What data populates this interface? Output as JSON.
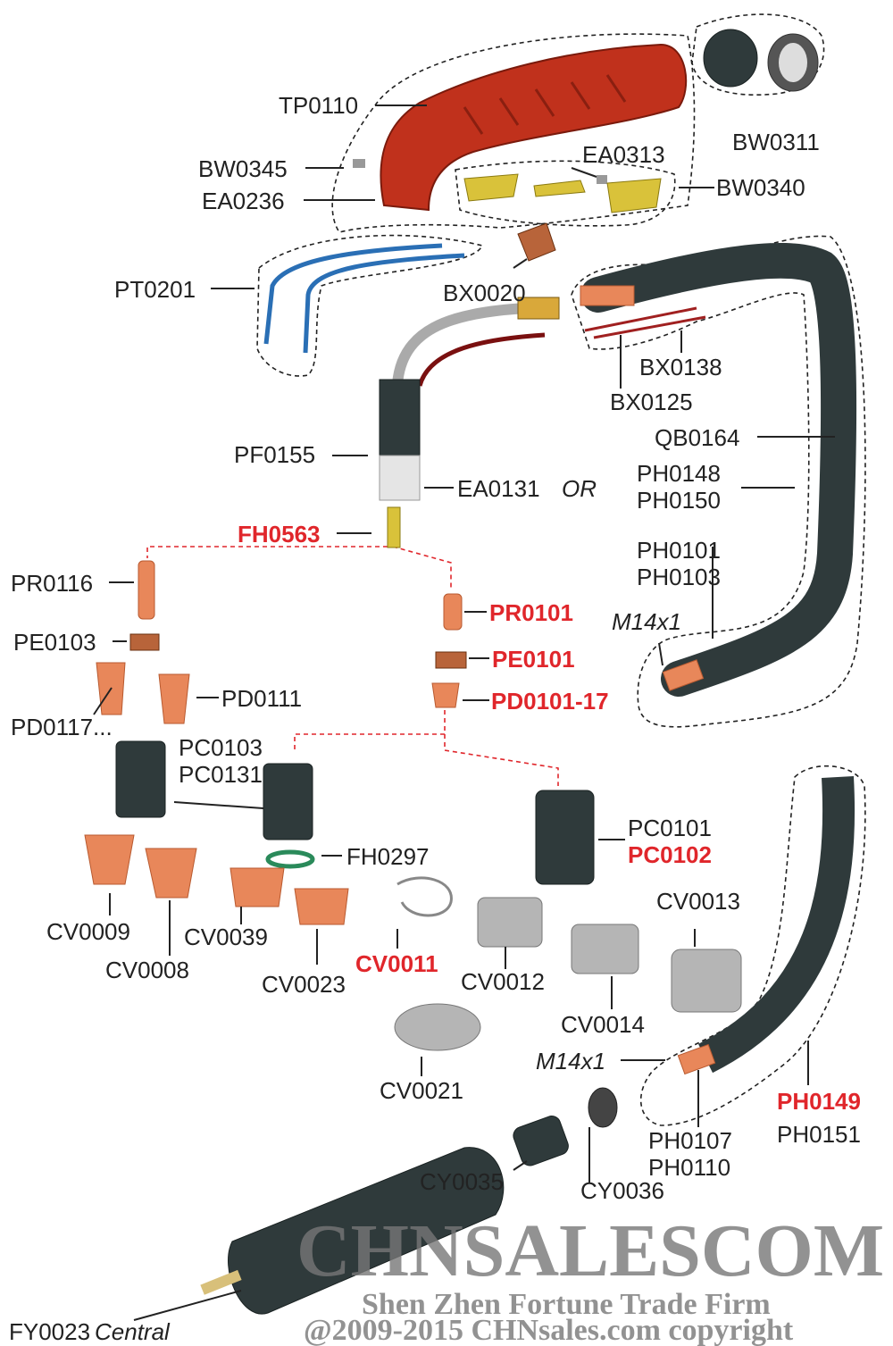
{
  "labels": {
    "TP0110": {
      "text": "TP0110",
      "highlight": false
    },
    "BW0311": {
      "text": "BW0311",
      "highlight": false
    },
    "BW0345": {
      "text": "BW0345",
      "highlight": false
    },
    "EA0236": {
      "text": "EA0236",
      "highlight": false
    },
    "EA0313": {
      "text": "EA0313",
      "highlight": false
    },
    "BW0340": {
      "text": "BW0340",
      "highlight": false
    },
    "PT0201": {
      "text": "PT0201",
      "highlight": false
    },
    "BX0020": {
      "text": "BX0020",
      "highlight": false
    },
    "BX0138": {
      "text": "BX0138",
      "highlight": false
    },
    "BX0125": {
      "text": "BX0125",
      "highlight": false
    },
    "QB0164": {
      "text": "QB0164",
      "highlight": false
    },
    "PF0155": {
      "text": "PF0155",
      "highlight": false
    },
    "EA0131": {
      "text": "EA0131",
      "highlight": false
    },
    "EA0131_or": {
      "text": "OR",
      "highlight": false
    },
    "PH0148": {
      "text": "PH0148",
      "highlight": false
    },
    "PH0150": {
      "text": "PH0150",
      "highlight": false
    },
    "FH0563": {
      "text": "FH0563",
      "highlight": true
    },
    "PR0116": {
      "text": "PR0116",
      "highlight": false
    },
    "PH0101": {
      "text": "PH0101",
      "highlight": false
    },
    "PH0103": {
      "text": "PH0103",
      "highlight": false
    },
    "PR0101": {
      "text": "PR0101",
      "highlight": true
    },
    "M14x1_a": {
      "text": "M14x1",
      "highlight": false
    },
    "PE0103": {
      "text": "PE0103",
      "highlight": false
    },
    "PE0101": {
      "text": "PE0101",
      "highlight": true
    },
    "PD0111": {
      "text": "PD0111",
      "highlight": false
    },
    "PD0101_17": {
      "text": "PD0101-17",
      "highlight": true
    },
    "PD0117": {
      "text": "PD0117...",
      "highlight": false
    },
    "PC0103": {
      "text": "PC0103",
      "highlight": false
    },
    "PC0131": {
      "text": "PC0131",
      "highlight": false
    },
    "PC0101": {
      "text": "PC0101",
      "highlight": false
    },
    "PC0102": {
      "text": "PC0102",
      "highlight": true
    },
    "FH0297": {
      "text": "FH0297",
      "highlight": false
    },
    "CV0013": {
      "text": "CV0013",
      "highlight": false
    },
    "CV0009": {
      "text": "CV0009",
      "highlight": false
    },
    "CV0039": {
      "text": "CV0039",
      "highlight": false
    },
    "CV0011": {
      "text": "CV0011",
      "highlight": true
    },
    "CV0008": {
      "text": "CV0008",
      "highlight": false
    },
    "CV0023": {
      "text": "CV0023",
      "highlight": false
    },
    "CV0012": {
      "text": "CV0012",
      "highlight": false
    },
    "CV0014": {
      "text": "CV0014",
      "highlight": false
    },
    "M14x1_b": {
      "text": "M14x1",
      "highlight": false
    },
    "CV0021": {
      "text": "CV0021",
      "highlight": false
    },
    "PH0149": {
      "text": "PH0149",
      "highlight": true
    },
    "PH0151": {
      "text": "PH0151",
      "highlight": false
    },
    "PH0107": {
      "text": "PH0107",
      "highlight": false
    },
    "PH0110": {
      "text": "PH0110",
      "highlight": false
    },
    "CY0036": {
      "text": "CY0036",
      "highlight": false
    },
    "CY0035": {
      "text": "CY0035",
      "highlight": false
    },
    "FY0023": {
      "text": "FY0023",
      "highlight": false
    },
    "FY0023_central": {
      "text": "Central",
      "highlight": false
    }
  },
  "watermark": {
    "brand": "CHNSALESCOM",
    "company": "Shen Zhen Fortune Trade Firm",
    "copyright": "@2009-2015 CHNsales.com copyright"
  },
  "colors": {
    "highlight": "#e0262b",
    "label": "#222222",
    "handle": "#c0311c",
    "hose": "#2f3a3b",
    "copper": "#e8875a"
  }
}
